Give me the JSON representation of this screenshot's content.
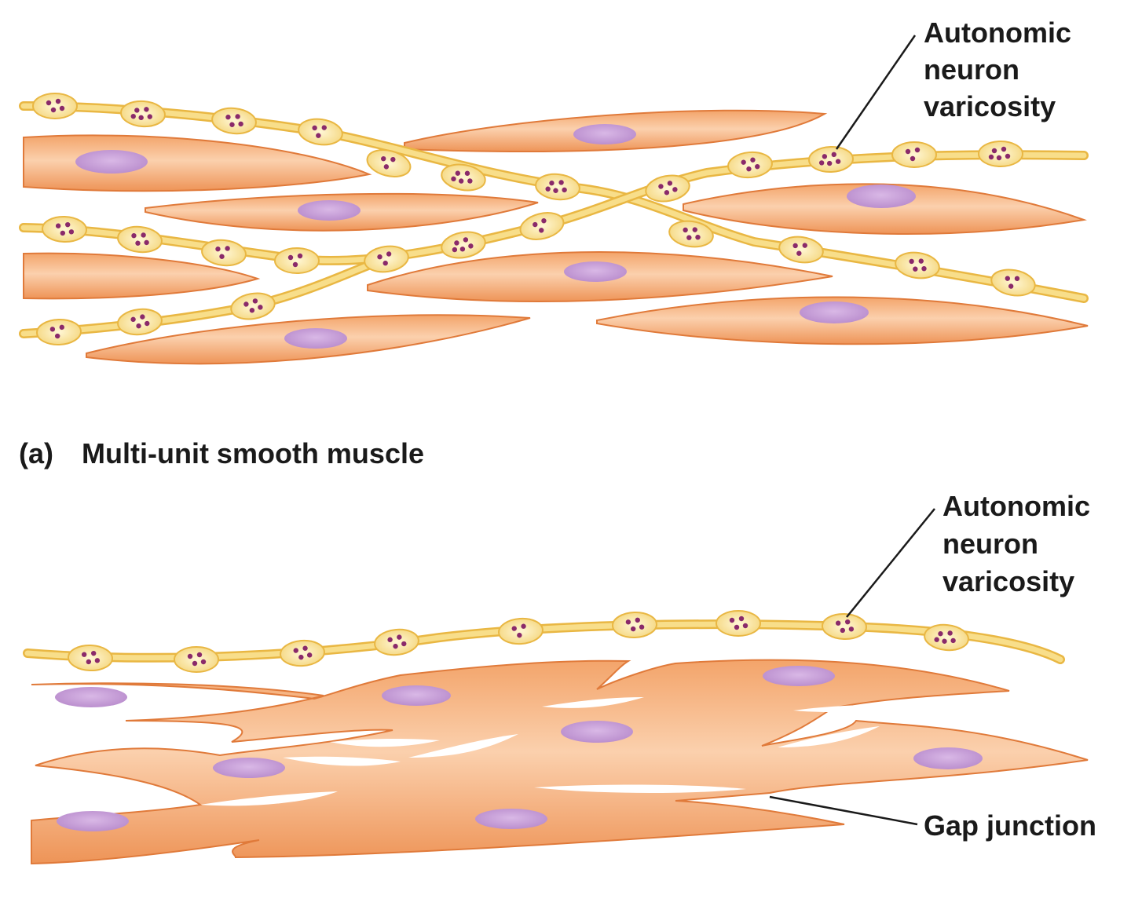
{
  "panel_a": {
    "caption_letter": "(a)",
    "caption_text": "Multi-unit smooth muscle",
    "varicosity_label": [
      "Autonomic",
      "neuron",
      "varicosity"
    ]
  },
  "panel_b": {
    "varicosity_label": [
      "Autonomic",
      "neuron",
      "varicosity"
    ],
    "gap_junction_label": "Gap junction"
  },
  "colors": {
    "muscle_fill": "#f0a66e",
    "muscle_stroke": "#e07a3a",
    "muscle_highlight": "#fbd3b0",
    "nucleus": "#c39ad6",
    "nerve": "#f6d77a",
    "nerve_stroke": "#e9b743",
    "vesicle": "#8a2a6a"
  }
}
